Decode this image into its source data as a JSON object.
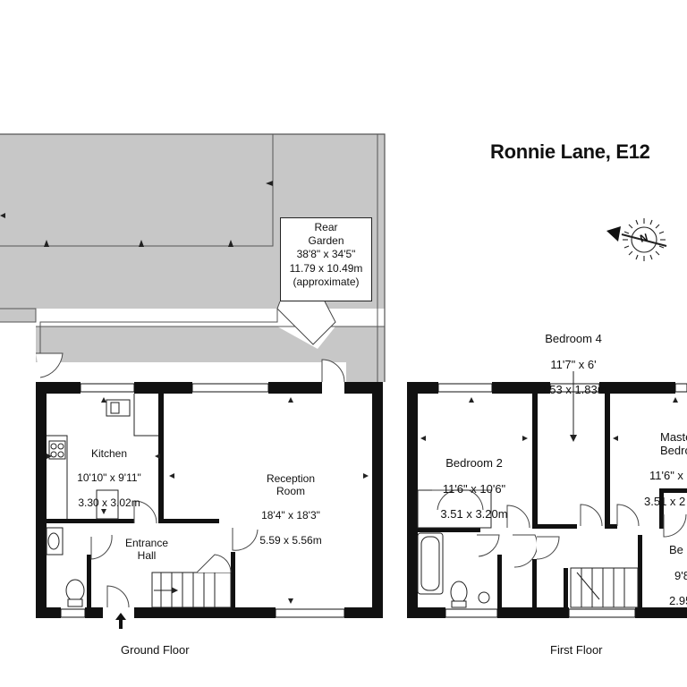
{
  "title": "Ronnie Lane, E12",
  "compass_letter": "N",
  "floors": {
    "ground": "Ground Floor",
    "first": "First Floor"
  },
  "garden": {
    "name": "Rear\nGarden",
    "imperial": "38'8\" x 34'5\"",
    "metric": "11.79 x 10.49m",
    "note": "(approximate)"
  },
  "rooms": {
    "kitchen": {
      "name": "Kitchen",
      "imperial": "10'10\" x 9'11\"",
      "metric": "3.30 x 3.02m"
    },
    "reception": {
      "name": "Reception\nRoom",
      "imperial": "18'4\" x 18'3\"",
      "metric": "5.59 x 5.56m"
    },
    "hall": {
      "name": "Entrance\nHall"
    },
    "bedroom2": {
      "name": "Bedroom 2",
      "imperial": "11'6\" x 10'6\"",
      "metric": "3.51 x 3.20m"
    },
    "bedroom4": {
      "name": "Bedroom 4",
      "imperial": "11'7\" x 6'",
      "metric": "3.53 x 1.83m"
    },
    "master": {
      "name": "Master\nBedroom",
      "imperial": "11'6\" x",
      "metric": "3.51 x 2"
    },
    "bedroom3": {
      "name": "Be",
      "imperial": "9'8",
      "metric": "2.95"
    }
  }
}
